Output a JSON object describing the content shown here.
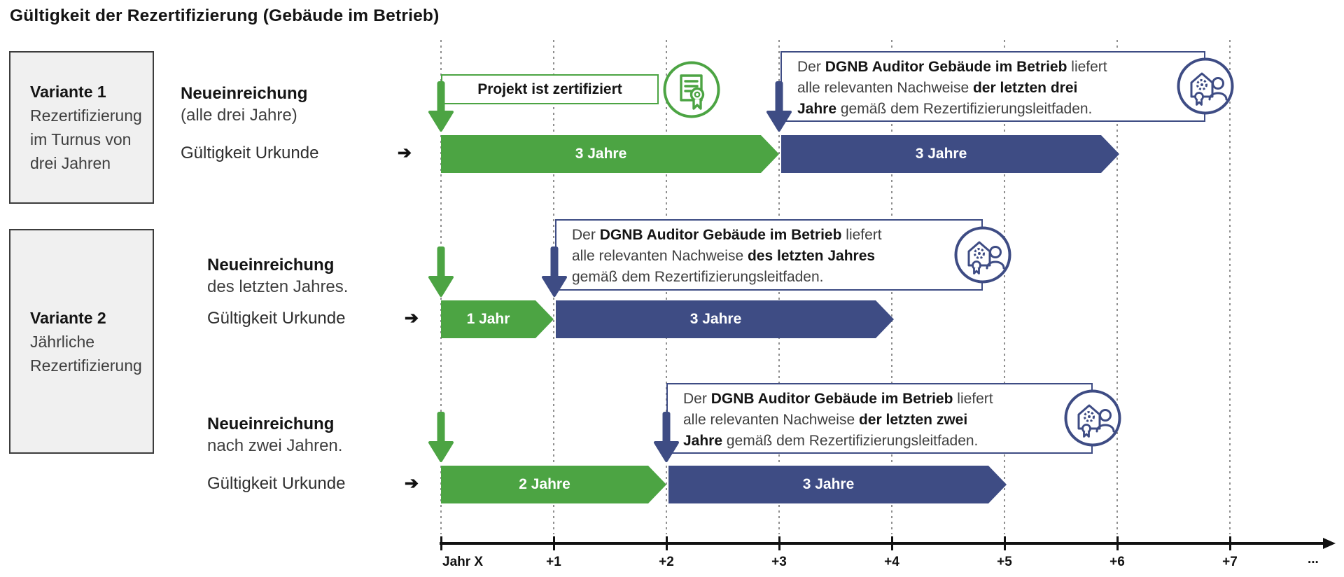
{
  "title": "Gültigkeit der Rezertifizierung (Gebäude im Betrieb)",
  "colors": {
    "green": "#4CA443",
    "blue": "#3E4C84",
    "variant_box_bg": "#F0F0F0"
  },
  "variants": [
    {
      "name": "Variante 1",
      "desc_lines": [
        "Rezertifizierung",
        "im Turnus von",
        "drei Jahren"
      ]
    },
    {
      "name": "Variante 2",
      "desc_lines": [
        "Jährliche",
        "Rezertifizierung"
      ]
    }
  ],
  "rows": [
    {
      "submission_title": "Neueinreichung",
      "submission_sub": "(alle drei Jahre)",
      "validity_label": "Gültigkeit Urkunde",
      "validity_arrow": "➔",
      "certified_callout": {
        "text": "Projekt ist zertifiziert",
        "icon": "certificate-icon"
      },
      "auditor_callout": {
        "icon": "auditor-icon",
        "segments": [
          {
            "t": "Der ",
            "b": false
          },
          {
            "t": "DGNB Auditor Gebäude im Betrieb",
            "b": true
          },
          {
            "t": " liefert",
            "b": false
          },
          {
            "br": true
          },
          {
            "t": "alle relevanten Nachweise ",
            "b": false
          },
          {
            "t": "der letzten drei",
            "b": true
          },
          {
            "br": true
          },
          {
            "t": "Jahre",
            "b": true
          },
          {
            "t": " gemäß dem Rezertifizierungsleitfaden.",
            "b": false
          }
        ]
      },
      "bars": [
        {
          "label": "3 Jahre",
          "color": "green",
          "from": "Jahr X",
          "to": "+3"
        },
        {
          "label": "3 Jahre",
          "color": "blue",
          "from": "+3",
          "to": "+6"
        }
      ]
    },
    {
      "submission_title": "Neueinreichung",
      "submission_sub": "des letzten Jahres.",
      "validity_label": "Gültigkeit Urkunde",
      "validity_arrow": "➔",
      "auditor_callout": {
        "icon": "auditor-icon",
        "segments": [
          {
            "t": "Der ",
            "b": false
          },
          {
            "t": "DGNB Auditor Gebäude im Betrieb",
            "b": true
          },
          {
            "t": " liefert",
            "b": false
          },
          {
            "br": true
          },
          {
            "t": "alle relevanten Nachweise ",
            "b": false
          },
          {
            "t": "des letzten Jahres",
            "b": true
          },
          {
            "br": true
          },
          {
            "t": "gemäß dem Rezertifizierungsleitfaden.",
            "b": false
          }
        ]
      },
      "bars": [
        {
          "label": "1 Jahr",
          "color": "green",
          "from": "Jahr X",
          "to": "+1"
        },
        {
          "label": "3 Jahre",
          "color": "blue",
          "from": "+1",
          "to": "+4"
        }
      ]
    },
    {
      "submission_title": "Neueinreichung",
      "submission_sub": "nach zwei Jahren.",
      "validity_label": "Gültigkeit Urkunde",
      "validity_arrow": "➔",
      "auditor_callout": {
        "icon": "auditor-icon",
        "segments": [
          {
            "t": "Der ",
            "b": false
          },
          {
            "t": "DGNB Auditor Gebäude im Betrieb",
            "b": true
          },
          {
            "t": " liefert",
            "b": false
          },
          {
            "br": true
          },
          {
            "t": "alle relevanten Nachweise ",
            "b": false
          },
          {
            "t": "der letzten zwei",
            "b": true
          },
          {
            "br": true
          },
          {
            "t": "Jahre",
            "b": true
          },
          {
            "t": " gemäß dem Rezertifizierungsleitfaden.",
            "b": false
          }
        ]
      },
      "bars": [
        {
          "label": "2 Jahre",
          "color": "green",
          "from": "Jahr X",
          "to": "+2"
        },
        {
          "label": "3 Jahre",
          "color": "blue",
          "from": "+2",
          "to": "+5"
        }
      ]
    }
  ],
  "axis": {
    "ticks": [
      "Jahr X",
      "+1",
      "+2",
      "+3",
      "+4",
      "+5",
      "+6",
      "+7"
    ],
    "more": "..."
  }
}
